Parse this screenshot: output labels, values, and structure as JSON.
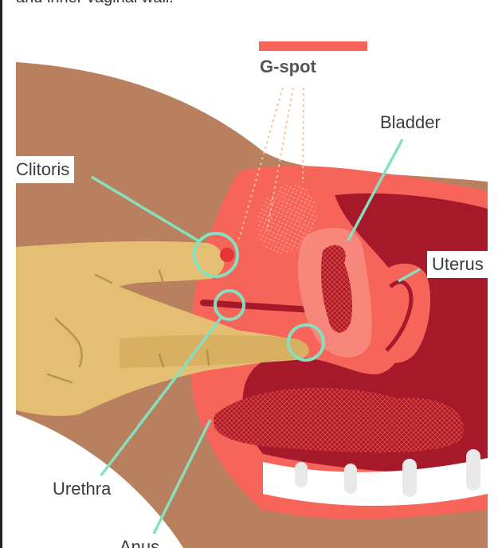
{
  "caption": {
    "top_text": "and inner vaginal wall."
  },
  "labels": {
    "gspot": "G-spot",
    "bladder": "Bladder",
    "clitoris": "Clitoris",
    "uterus": "Uterus",
    "urethra": "Urethra",
    "anus": "Anus"
  },
  "colors": {
    "skin_dark": "#b9805f",
    "skin_light": "#e4bf73",
    "tissue_red": "#f7645a",
    "cavity_dark": "#a5192b",
    "highlight_pink": "#f6877a",
    "callout_line": "#85e0c0",
    "accent_bar": "#f7645a"
  }
}
